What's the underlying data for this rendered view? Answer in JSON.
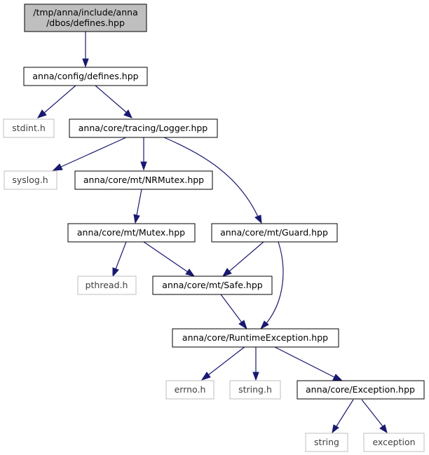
{
  "colors": {
    "edge": "#191970",
    "root_fill": "#bfbfbf",
    "root_border": "#000000",
    "file_border": "#000000",
    "system_header_border": "#bfbfbf",
    "system_header_text": "#404040"
  },
  "nodes": {
    "root_line1": "/tmp/anna/include/anna",
    "root_line2": "/dbos/defines.hpp",
    "config_defines": "anna/config/defines.hpp",
    "stdint": "stdint.h",
    "logger": "anna/core/tracing/Logger.hpp",
    "syslog": "syslog.h",
    "nrmutex": "anna/core/mt/NRMutex.hpp",
    "mutex": "anna/core/mt/Mutex.hpp",
    "guard": "anna/core/mt/Guard.hpp",
    "pthread": "pthread.h",
    "safe": "anna/core/mt/Safe.hpp",
    "runtime_exception": "anna/core/RuntimeException.hpp",
    "errno": "errno.h",
    "string_h": "string.h",
    "exception_hpp": "anna/core/Exception.hpp",
    "string": "string",
    "exception": "exception"
  }
}
